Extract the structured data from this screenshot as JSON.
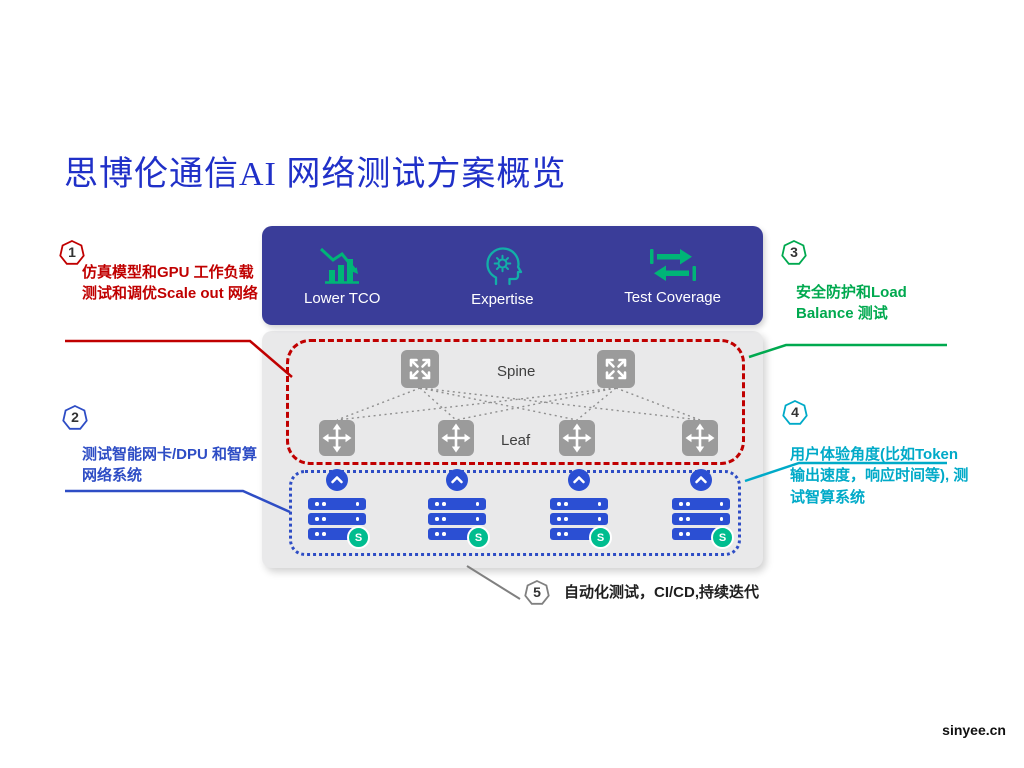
{
  "slide": {
    "title": "思博伦通信AI 网络测试方案概览",
    "watermark": "sinyee.cn"
  },
  "banner": {
    "background": "#3A3D99",
    "items": [
      {
        "label": "Lower TCO",
        "icon": "chart-decline-icon",
        "color": "#00B577"
      },
      {
        "label": "Expertise",
        "icon": "head-gear-icon",
        "color": "#12AFA8"
      },
      {
        "label": "Test Coverage",
        "icon": "transfer-arrows-icon",
        "color": "#00B577"
      }
    ]
  },
  "topology": {
    "spine_label": "Spine",
    "leaf_label": "Leaf",
    "server_badge": "S",
    "fabric_border_color": "#C00000",
    "server_border_color": "#2E4DC5"
  },
  "callouts": [
    {
      "num": "1",
      "color": "#C00000",
      "text": "仿真模型和GPU 工作负载测试和调优Scale out 网络"
    },
    {
      "num": "2",
      "color": "#2E4DC5",
      "text": "测试智能网卡/DPU 和智算网络系统"
    },
    {
      "num": "3",
      "color": "#00A94F",
      "text": "安全防护和Load Balance 测试"
    },
    {
      "num": "4",
      "color": "#00AAC8",
      "text": "用户体验角度(比如Token输出速度，响应时间等), 测试智算系统"
    },
    {
      "num": "5",
      "color": "#808080",
      "text": "自动化测试，CI/CD,持续迭代"
    }
  ]
}
